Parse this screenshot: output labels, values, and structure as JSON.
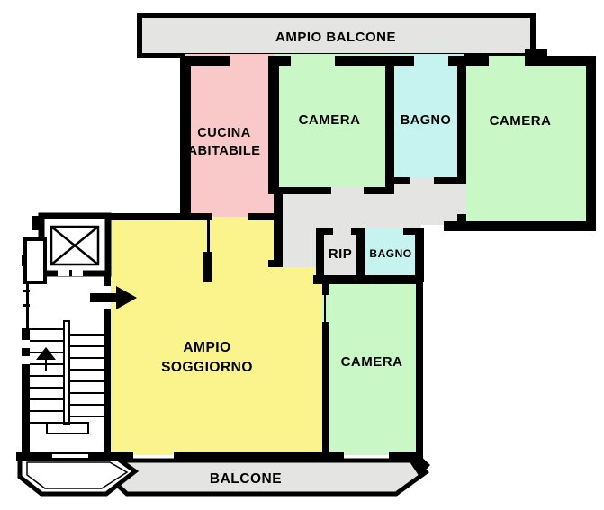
{
  "plan": {
    "background": "#ffffff",
    "wall_color": "#000000",
    "rooms": {
      "balcone_nord": {
        "label": "AMPIO BALCONE",
        "color": "#e4e4e2"
      },
      "cucina": {
        "label_line1": "CUCINA",
        "label_line2": "ABITABILE",
        "color": "#f9c9c9"
      },
      "camera_nord": {
        "label": "CAMERA",
        "color": "#c9f7c5"
      },
      "bagno_grande": {
        "label": "BAGNO",
        "color": "#c6f3ef"
      },
      "camera_est": {
        "label": "CAMERA",
        "color": "#c9f7c5"
      },
      "corridoio": {
        "color": "#e4e4e2"
      },
      "rip": {
        "label": "RIP",
        "color": "#e4e4e2"
      },
      "bagno_piccolo": {
        "label": "BAGNO",
        "color": "#c6f3ef"
      },
      "soggiorno": {
        "label_line1": "AMPIO",
        "label_line2": "SOGGIORNO",
        "color": "#fbf38b"
      },
      "camera_sud": {
        "label": "CAMERA",
        "color": "#c9f7c5"
      },
      "balcone_sud": {
        "label": "BALCONE",
        "color": "#e4e4e2"
      }
    }
  }
}
